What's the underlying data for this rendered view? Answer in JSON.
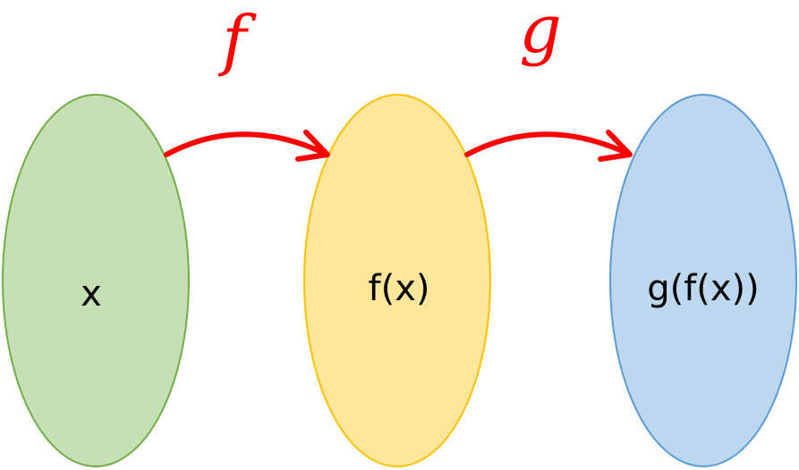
{
  "diagram": {
    "sets": [
      {
        "id": "domain",
        "label": "x",
        "fill": "#c5e0b4",
        "stroke": "#70ad47"
      },
      {
        "id": "intermediate",
        "label": "f(x)",
        "fill": "#ffe699",
        "stroke": "#ffc000"
      },
      {
        "id": "codomain",
        "label": "g(f(x))",
        "fill": "#bdd7ee",
        "stroke": "#5b9bd5"
      }
    ],
    "functions": [
      {
        "id": "f",
        "label": "f",
        "color": "#ff0000"
      },
      {
        "id": "g",
        "label": "g",
        "color": "#ff0000"
      }
    ]
  }
}
